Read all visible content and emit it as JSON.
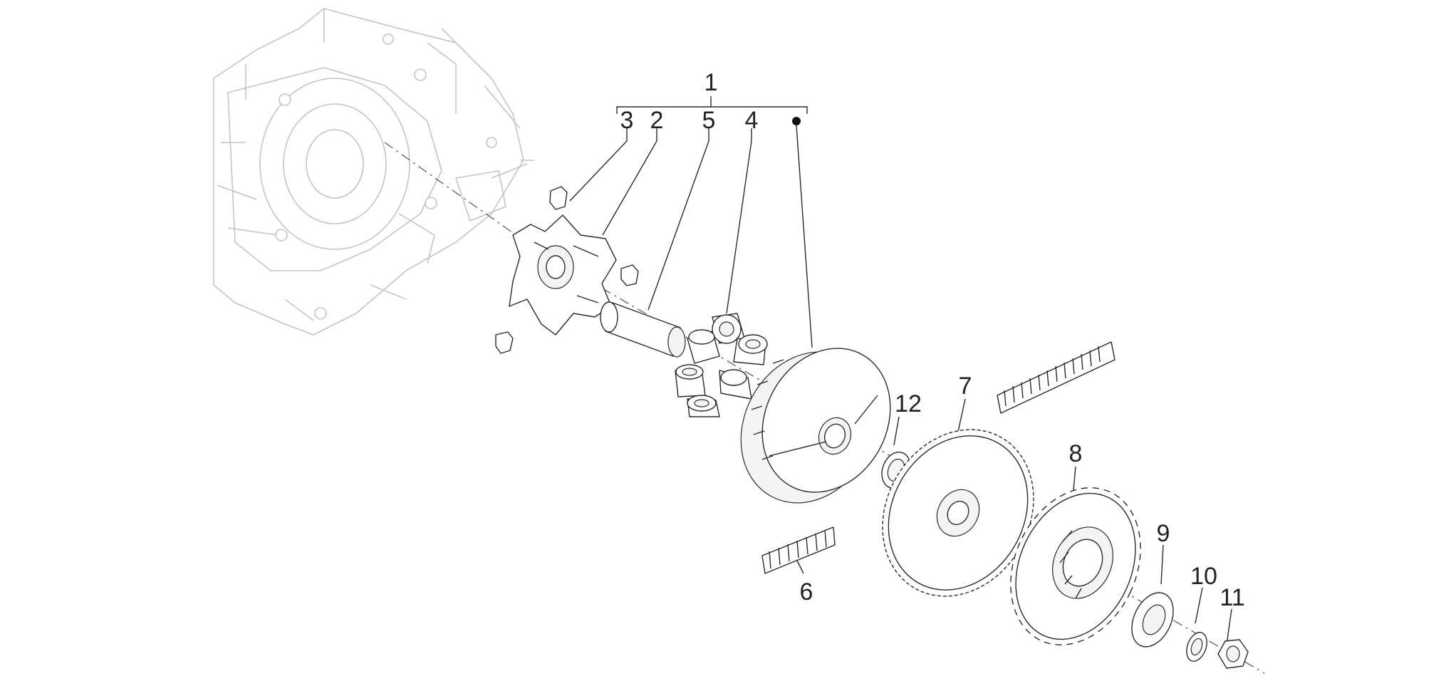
{
  "diagram": {
    "group_label": "1",
    "callouts": [
      {
        "id": "c3",
        "text": "3"
      },
      {
        "id": "c2",
        "text": "2"
      },
      {
        "id": "c5",
        "text": "5"
      },
      {
        "id": "c4",
        "text": "4"
      },
      {
        "id": "c12",
        "text": "12"
      },
      {
        "id": "c7",
        "text": "7"
      },
      {
        "id": "c8",
        "text": "8"
      },
      {
        "id": "c9",
        "text": "9"
      },
      {
        "id": "c10",
        "text": "10"
      },
      {
        "id": "c11",
        "text": "11"
      },
      {
        "id": "c6",
        "text": "6"
      }
    ]
  }
}
